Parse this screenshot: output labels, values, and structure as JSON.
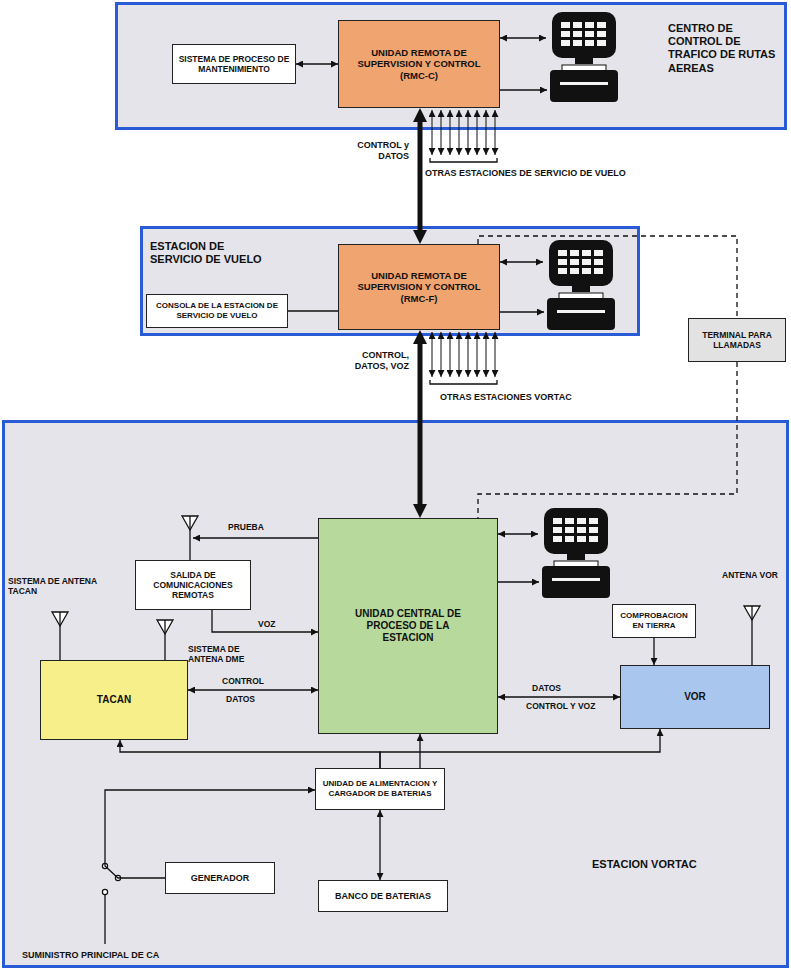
{
  "diagram": {
    "nodes": [
      {
        "text": [
          "CENTRO DE CONTROL DE TRAFICO DE RUTAS AEREAS"
        ]
      },
      {
        "text": [
          "SISTEMA DE PROCESO DE MANTENIMIENTO"
        ],
        "in": 0
      },
      {
        "text": [
          "UNIDAD REMOTA DE SUPERVISION Y CONTROL (RMC-C)"
        ],
        "in": 0
      },
      {
        "text": [
          "ESTACION DE SERVICIO DE VUELO"
        ]
      },
      {
        "text": [
          "CONSOLA DE LA ESTACION DE SERVICIO DE VUELO"
        ],
        "in": 3
      },
      {
        "text": [
          "UNIDAD REMOTA DE SUPERVISION Y CONTROL (RMC-F)"
        ],
        "in": 3
      },
      {
        "text": [
          "TERMINAL PARA LLAMADAS"
        ]
      },
      {
        "text": [
          "ESTACION VORTAC"
        ]
      },
      {
        "text": [
          "SALIDA DE COMUNICACIONES REMOTAS"
        ],
        "in": 7
      },
      {
        "text": [
          "UNIDAD CENTRAL DE PROCESO DE LA ESTACION"
        ],
        "in": 7
      },
      {
        "text": [
          "TACAN"
        ],
        "in": 7
      },
      {
        "text": [
          "COMPROBACION EN TIERRA"
        ],
        "in": 7
      },
      {
        "text": [
          "VOR"
        ],
        "in": 7
      },
      {
        "text": [
          "UNIDAD DE ALIMENTACION Y CARGADOR DE BATERIAS"
        ],
        "in": 7
      },
      {
        "text": [
          "GENERADOR"
        ],
        "in": 7
      },
      {
        "text": [
          "BANCO DE BATERIAS"
        ],
        "in": 7
      }
    ],
    "edges": [
      {
        "from": 1,
        "to": 2,
        "arrow": "both"
      },
      {
        "from": 2,
        "to": 5,
        "arrow": "both"
      },
      {
        "from": 4,
        "to": 5,
        "arrow": "none"
      },
      {
        "from": 5,
        "to": 9,
        "arrow": "both"
      },
      {
        "from": 5,
        "to": 6,
        "arrow": "none"
      },
      {
        "from": 6,
        "to": 9,
        "arrow": "none"
      },
      {
        "from": 8,
        "to": 9,
        "arrow": "to"
      },
      {
        "from": 10,
        "to": 9,
        "arrow": "both"
      },
      {
        "from": 9,
        "to": 12,
        "arrow": "both"
      },
      {
        "from": 11,
        "to": 12,
        "arrow": "to"
      },
      {
        "from": 13,
        "to": 9,
        "arrow": "to"
      },
      {
        "from": 13,
        "to": 10,
        "arrow": "to"
      },
      {
        "from": 13,
        "to": 12,
        "arrow": "to"
      },
      {
        "from": 15,
        "to": 13,
        "arrow": "both"
      },
      {
        "from": 14,
        "to": 13,
        "arrow": "to"
      }
    ],
    "labels": [
      "CONTROL y DATOS",
      "OTRAS ESTACIONES DE SERVICIO DE VUELO",
      "CONTROL, DATOS, VOZ",
      "OTRAS ESTACIONES VORTAC",
      "PRUEBA",
      "VOZ",
      "SISTEMA DE ANTENA TACAN",
      "SISTEMA DE ANTENA DME",
      "ANTENA VOR",
      "CONTROL",
      "DATOS",
      "DATOS",
      "CONTROL Y VOZ",
      "SUMINISTRO PRINCIPAL DE CA"
    ]
  }
}
